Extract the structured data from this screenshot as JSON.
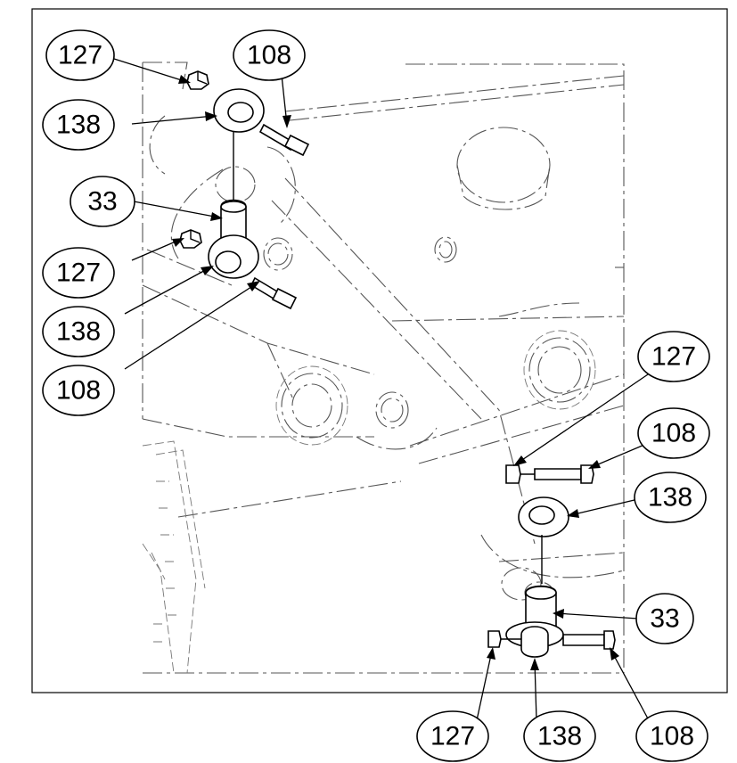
{
  "drawing": {
    "callouts": [
      {
        "id": "c1",
        "label": "127"
      },
      {
        "id": "c2",
        "label": "108"
      },
      {
        "id": "c3",
        "label": "138"
      },
      {
        "id": "c4",
        "label": "33"
      },
      {
        "id": "c5",
        "label": "127"
      },
      {
        "id": "c6",
        "label": "138"
      },
      {
        "id": "c7",
        "label": "108"
      },
      {
        "id": "c8",
        "label": "127"
      },
      {
        "id": "c9",
        "label": "108"
      },
      {
        "id": "c10",
        "label": "138"
      },
      {
        "id": "c11",
        "label": "33"
      },
      {
        "id": "c12",
        "label": "127"
      },
      {
        "id": "c13",
        "label": "138"
      },
      {
        "id": "c14",
        "label": "108"
      }
    ]
  }
}
